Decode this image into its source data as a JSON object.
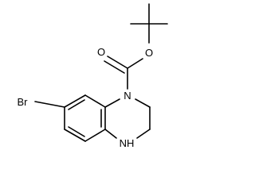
{
  "molecule": {
    "atoms": {
      "carbonyl_oxygen": "O",
      "ester_oxygen": "O",
      "bromine": "Br",
      "ring_nitrogen_top": "N",
      "ring_nitrogen_bottom": "NH"
    },
    "colors": {
      "bond": "#000000",
      "label": "#000000",
      "background": "#ffffff"
    }
  }
}
